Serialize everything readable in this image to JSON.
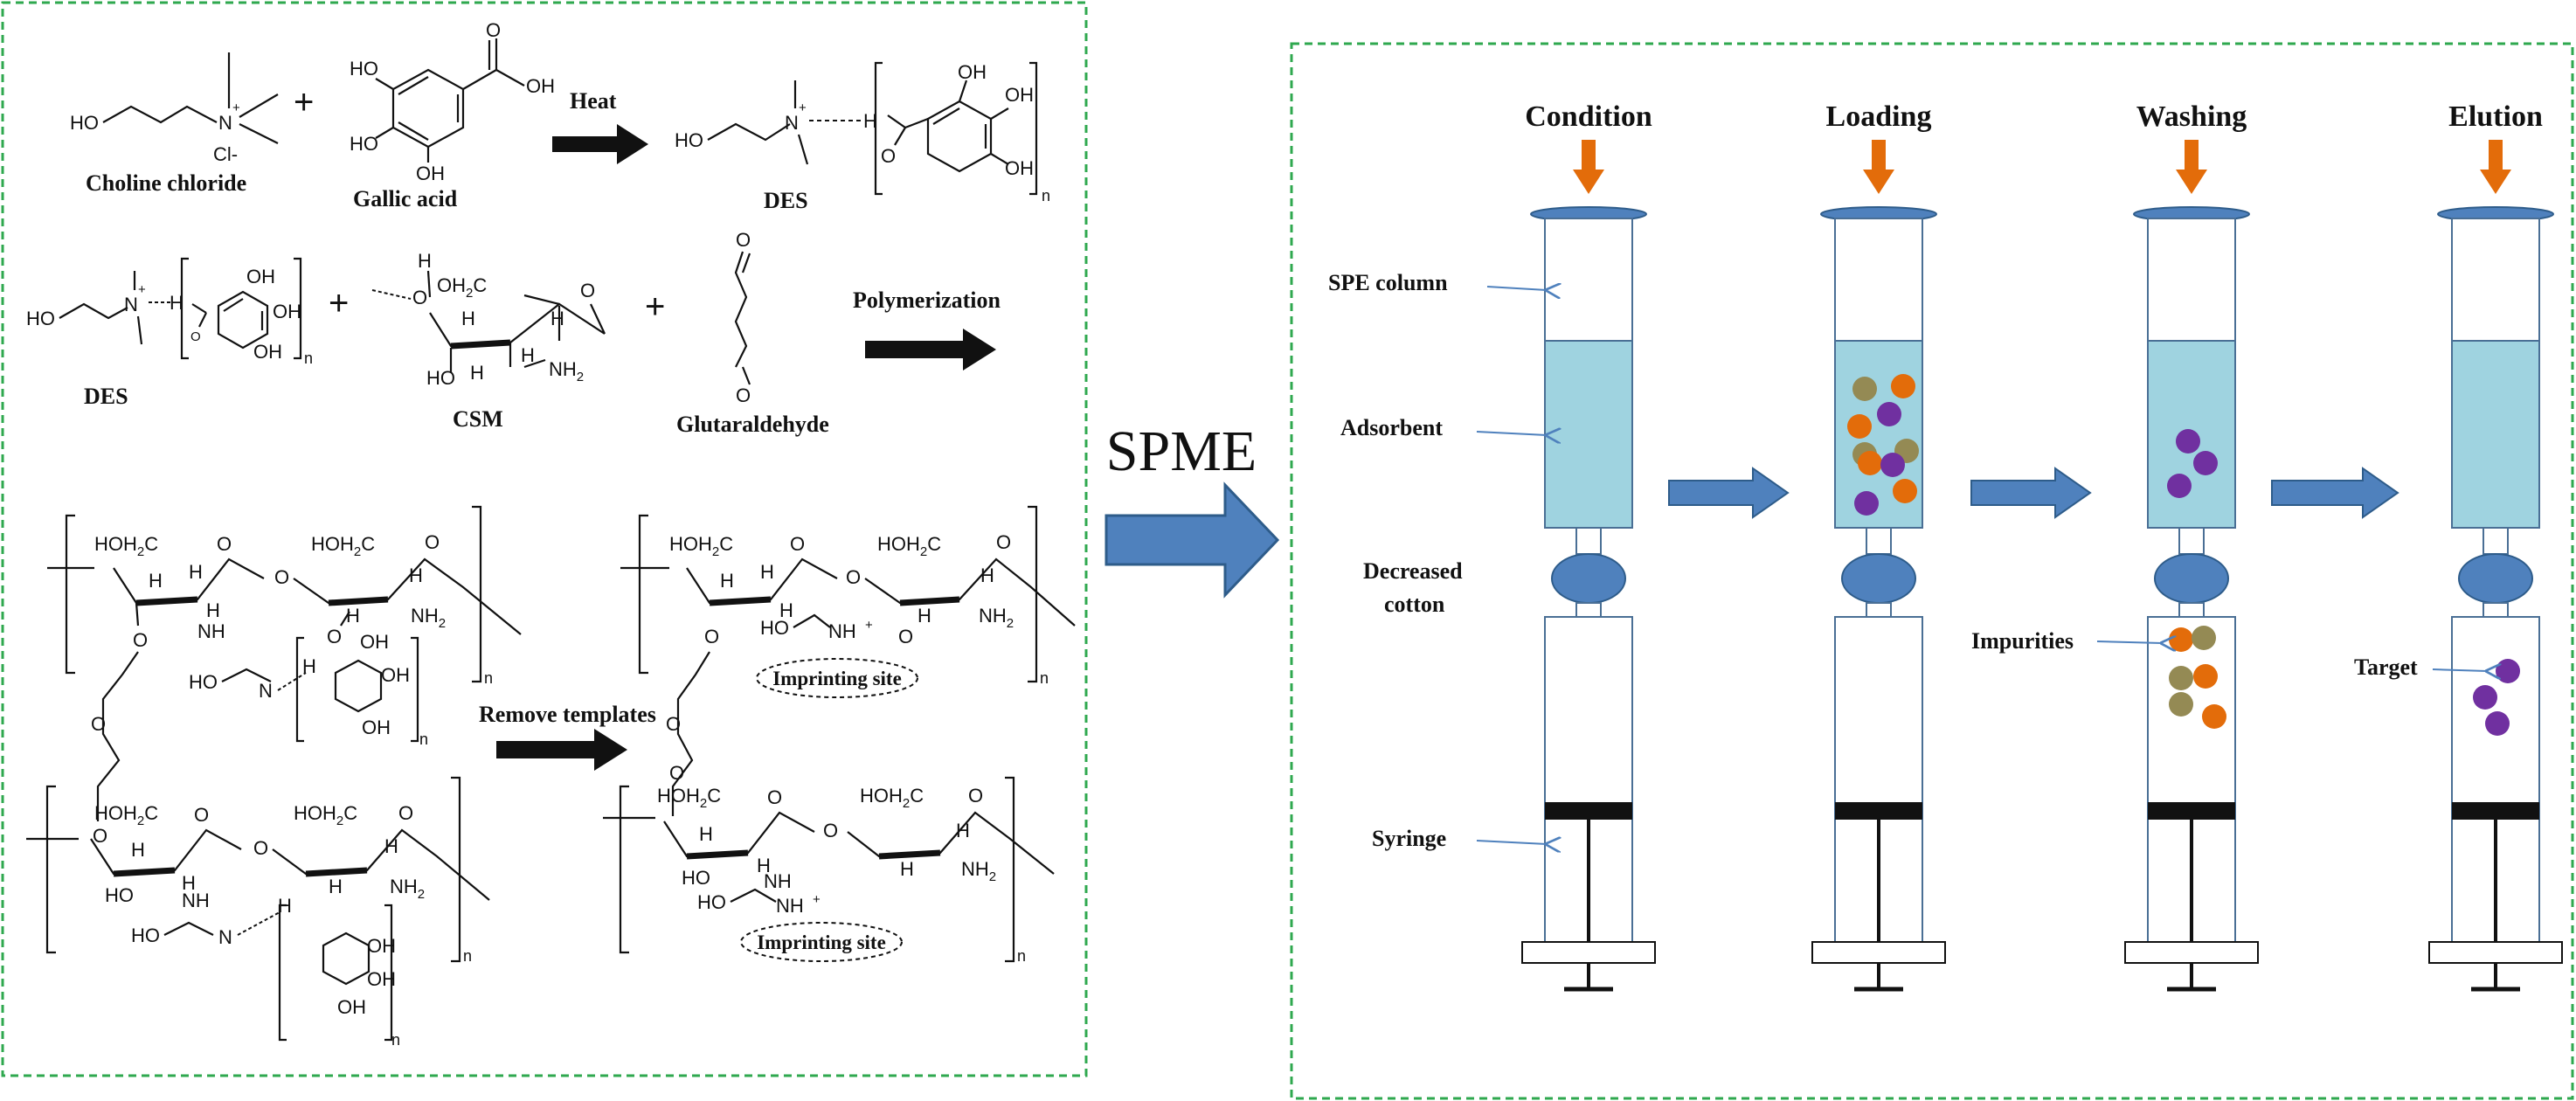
{
  "left_panel": {
    "reagents": {
      "choline_chloride": "Choline chloride",
      "gallic_acid": "Gallic acid",
      "des": "DES",
      "csm": "CSM",
      "glutaraldehyde": "Glutaraldehyde"
    },
    "conditions": {
      "heat": "Heat",
      "polymerization": "Polymerization",
      "remove_templates": "Remove templates"
    },
    "sites": {
      "imprinting_site": "Imprinting site"
    },
    "atoms": {
      "ho": "HO",
      "oh": "OH",
      "cl": "Cl-",
      "n_plus": "N",
      "plus": "+",
      "o": "O",
      "h": "H",
      "nh2": "NH",
      "nh": "NH",
      "hoh2c": "HOH",
      "oh2c": "OH",
      "c": "C",
      "n": "n",
      "two": "2"
    }
  },
  "middle": {
    "label": "SPME"
  },
  "right_panel": {
    "steps": [
      "Condition",
      "Loading",
      "Washing",
      "Elution"
    ],
    "parts": {
      "spe_column": "SPE column",
      "adsorbent": "Adsorbent",
      "cotton": [
        "Decreased",
        "cotton"
      ],
      "impurities": "Impurities",
      "target": "Target",
      "syringe": "Syringe"
    },
    "colors": {
      "adsorbent_fill": "#9fd3e0",
      "cap_fill": "#4f81bd",
      "flow_arrow": "#4f81bd",
      "step_arrow": "#e36c0a",
      "particle_orange": "#e36c0a",
      "particle_olive": "#948a54",
      "particle_purple": "#7030a0",
      "panel_border": "#2fa84f"
    }
  }
}
